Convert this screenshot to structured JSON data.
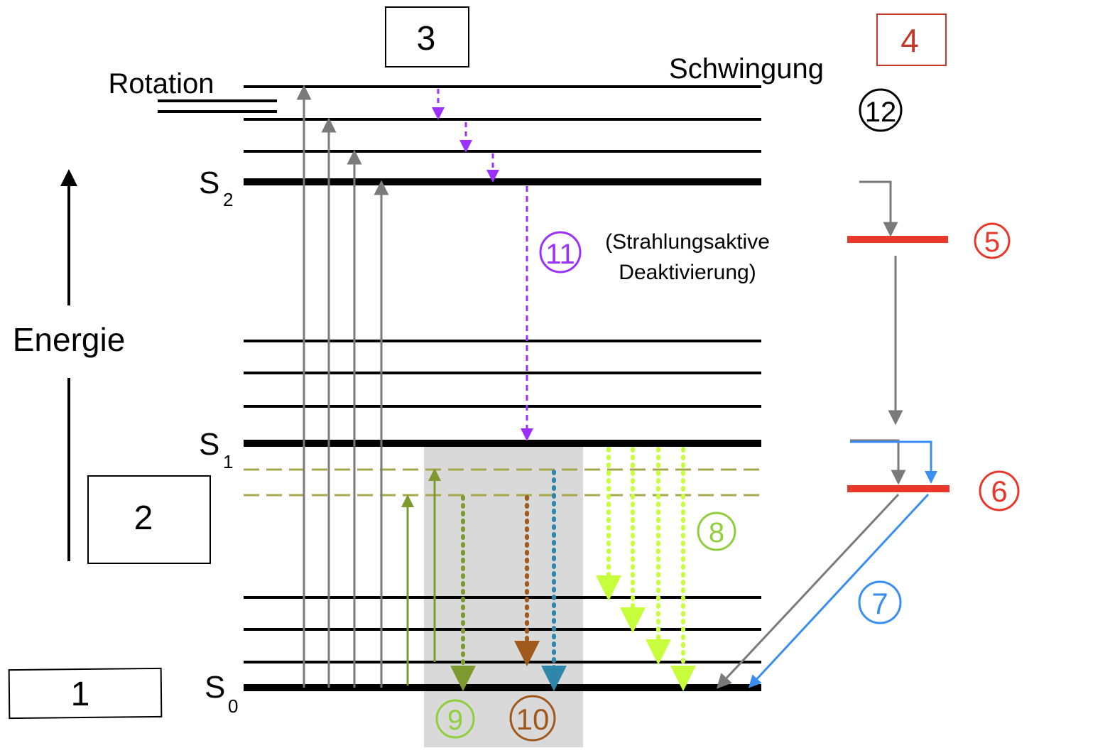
{
  "boxes": {
    "box1": "1",
    "box2": "2",
    "box3": "3",
    "box4": "4"
  },
  "axis": {
    "label": "Energie"
  },
  "levels": {
    "s0_main": "S",
    "s0_sub": "0",
    "s1_main": "S",
    "s1_sub": "1",
    "s2_main": "S",
    "s2_sub": "2"
  },
  "labels": {
    "rotation": "Rotation",
    "schwingung": "Schwingung",
    "deactivation_line1": "(Strahlungsaktive",
    "deactivation_line2": "Deaktivierung)"
  },
  "markers": {
    "m5": "⑤",
    "m6": "⑥",
    "m7": "⑦",
    "m8": "⑧",
    "m9": "⑨",
    "m10": "⑩",
    "m11": "⑪",
    "m12": "⑫"
  },
  "colors": {
    "gray": "#7a7a7a",
    "purple": "#9b30ff",
    "red": "#e8382b",
    "blue": "#3a8ef0",
    "olive": "#7c9a2f",
    "lime": "#c8ff3c",
    "brown": "#a0591c",
    "teal": "#2e86a8",
    "box4": "#c0392b"
  }
}
